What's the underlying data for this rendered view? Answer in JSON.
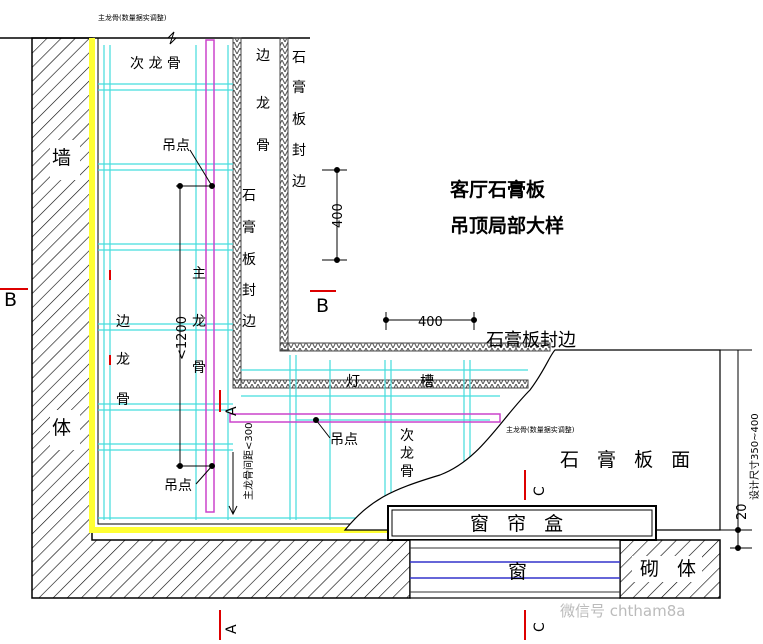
{
  "title": {
    "line1": "客厅石膏板",
    "line2": "吊顶局部大样"
  },
  "labels": {
    "main_keel_note_top": "主龙骨(数量据实调整)",
    "main_keel_note_mid": "主龙骨(数量据实调整)",
    "secondary_keel_top": "次 龙 骨",
    "side_keel_right": [
      "边",
      "龙",
      "骨"
    ],
    "side_keel_left": [
      "边",
      "龙",
      "骨"
    ],
    "gypsum_edge_v1": [
      "石",
      "膏",
      "板",
      "封",
      "边"
    ],
    "gypsum_edge_v2": [
      "石",
      "膏",
      "板",
      "封",
      "边"
    ],
    "gypsum_edge_h": "石膏板封边",
    "hang_point_1": "吊点",
    "hang_point_2": "吊点",
    "hang_point_3": "吊点",
    "main_keel_v": [
      "主",
      "龙",
      "骨"
    ],
    "wall": "墙",
    "body": "体",
    "lamp_slot": [
      "灯",
      "槽"
    ],
    "secondary_keel_v": [
      "次",
      "龙",
      "骨"
    ],
    "gypsum_face": "石 膏 板 面",
    "curtain_box": "窗 帘 盒",
    "window": "窗",
    "masonry": "砌 体",
    "main_keel_spacing": "主龙骨间距<300",
    "design_size": "设计尺寸350~400",
    "section_b": "B",
    "section_a": "A",
    "section_c": "C",
    "watermark": "微信号 chtham8a"
  },
  "dimensions": {
    "d400_v": "400",
    "d400_h": "400",
    "d1200": "<1200",
    "d20": "20"
  }
}
